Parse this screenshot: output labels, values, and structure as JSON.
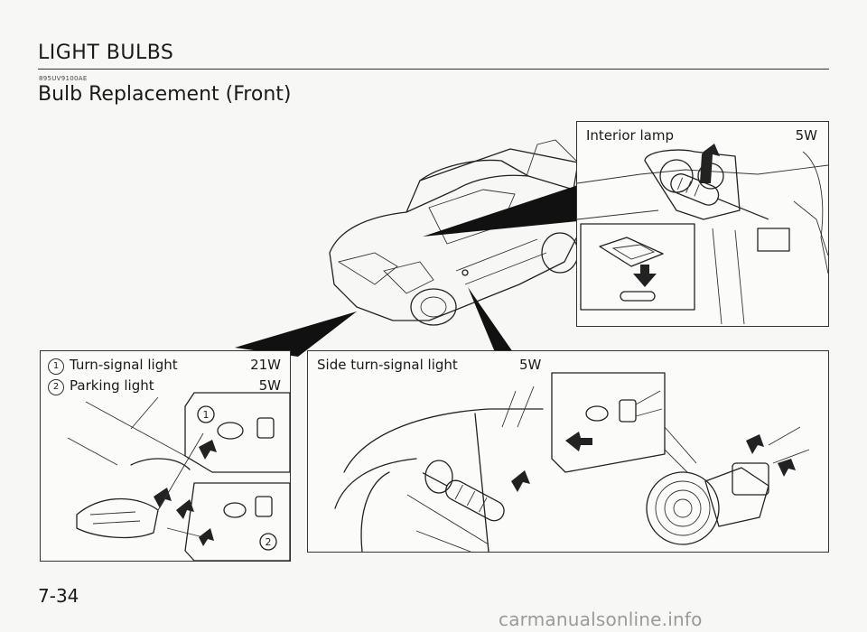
{
  "section": {
    "title": "LIGHT BULBS",
    "code": "895UV9100AE"
  },
  "page": {
    "heading": "Bulb Replacement (Front)",
    "number": "7-34"
  },
  "panels": {
    "interior": {
      "name": "Interior lamp",
      "wattage": "5W"
    },
    "front": {
      "bulbs": [
        {
          "marker": "1",
          "name": "Turn-signal light",
          "wattage": "21W"
        },
        {
          "marker": "2",
          "name": "Parking light",
          "wattage": "5W"
        }
      ],
      "callouts": [
        "1",
        "2"
      ]
    },
    "side": {
      "name": "Side turn-signal light",
      "wattage": "5W"
    }
  },
  "watermark": "carmanualsonline.info",
  "colors": {
    "ink": "#1a1a1a",
    "paper": "#f7f7f5"
  }
}
